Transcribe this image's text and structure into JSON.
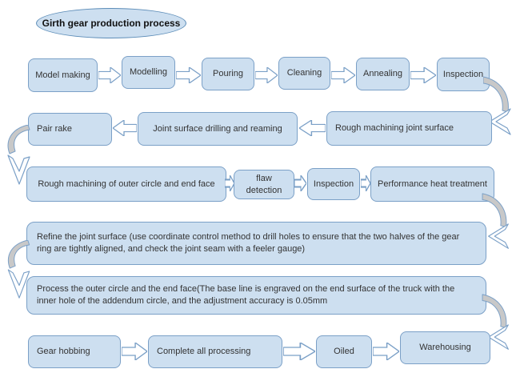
{
  "title": "Girth gear production process",
  "nodes": {
    "model_making": "Model making",
    "modelling": "Modelling",
    "pouring": "Pouring",
    "cleaning": "Cleaning",
    "annealing": "Annealing",
    "inspection1": "Inspection",
    "rough_machining_joint_surface": "Rough machining joint surface",
    "joint_surface_drilling": "Joint surface drilling and reaming",
    "pair_rake": "Pair rake",
    "rough_machining_outer": "Rough machining of outer circle and end face",
    "flaw_detection": "flaw detection",
    "inspection2": "Inspection",
    "performance_heat_treatment": "Performance heat treatment",
    "refine_joint_surface": "Refine the joint surface (use coordinate control method to drill holes to ensure that the two halves of the gear ring are tightly aligned, and check the joint seam with a feeler gauge)",
    "process_outer_circle": "Process the outer circle and the end face(The base line is engraved on the end surface of the truck with the inner hole of the addendum circle, and the adjustment accuracy is 0.05mm",
    "gear_hobbing": "Gear hobbing",
    "complete_all_processing": "Complete all processing",
    "oiled": "Oiled",
    "warehousing": "Warehousing"
  },
  "flow_sequence": [
    "Model making",
    "Modelling",
    "Pouring",
    "Cleaning",
    "Annealing",
    "Inspection",
    "Rough machining joint surface",
    "Joint surface drilling and reaming",
    "Pair rake",
    "Rough machining of outer circle and end face",
    "flaw detection",
    "Inspection",
    "Performance heat treatment",
    "Refine the joint surface (use coordinate control method to drill holes to ensure that the two halves of the gear ring are tightly aligned, and check the joint seam with a feeler gauge)",
    "Process the outer circle and the end face(The base line is engraved on the end surface of the truck with the inner hole of the addendum circle, and the adjustment accuracy is 0.05mm",
    "Gear hobbing",
    "Complete all processing",
    "Oiled",
    "Warehousing"
  ],
  "colors": {
    "node_fill": "#cddff0",
    "node_border": "#7ba0c7",
    "connector_gray": "#c8c8c8",
    "text": "#333333"
  }
}
